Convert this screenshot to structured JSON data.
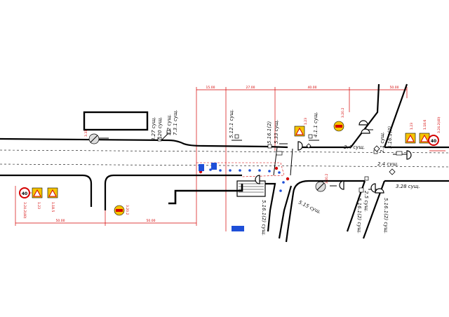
{
  "dimensions": {
    "top": [
      "15.00",
      "27.00",
      "40.00",
      "50.00"
    ],
    "bottom": [
      "50.00",
      "50.00"
    ]
  },
  "labels": {
    "l1": "3.27 сущ.",
    "l2": "7.20 сущ.",
    "l3": "3.2 сущ.",
    "l4": "7.3.1 сущ.",
    "l5": "5.12.1 сущ.",
    "l6": "5.16.1(2)",
    "l7": "5.33 сущ.",
    "l8": "4.1.1 сущ.",
    "l9": "2.4 сущ.",
    "l10": "2.1 сущ.",
    "l11": "5.16.1(2)",
    "l12": "2.4 сущ.",
    "l13": "5.16.1(2) сущ.",
    "l14": "5.15 сущ.",
    "l15": "2.5 сущ.",
    "l16": "5.16.1(2) сущ.",
    "l17": "3.28 сущ.",
    "l18": "5.16.1(2) сущ."
  },
  "codes": {
    "c1": "1.23",
    "c2": "1.18.5",
    "c3": "3.24.2(40)",
    "c4": "3.20.2",
    "c5": "3.20.2",
    "c6": "1.23",
    "c7": "3.20.2",
    "c8": "1.18.6",
    "c9": "3.24.2(40)",
    "c10": "1.23",
    "c11": "3.31"
  },
  "signs": {
    "speed_limit_left": "40",
    "speed_limit_right": "40"
  },
  "colors": {
    "dimension_red": "#d40000",
    "road_black": "#000000",
    "warning_yellow": "#f5c400",
    "prohibit_red": "#d40000",
    "info_blue": "#1e4fd8"
  }
}
